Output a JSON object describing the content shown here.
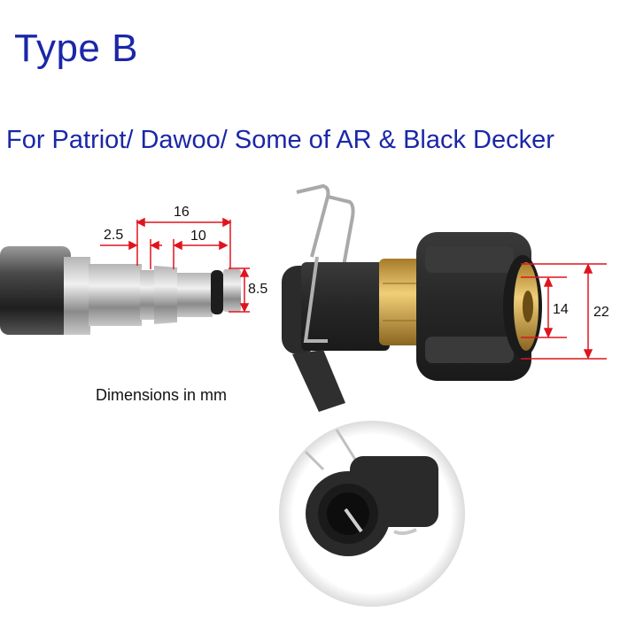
{
  "header": {
    "title": "Type B",
    "subtitle": "For Patriot/ Dawoo/ Some of AR & Black Decker"
  },
  "caption": "Dimensions in mm",
  "dimensions": {
    "plug": {
      "total_length": "16",
      "groove_width": "2.5",
      "tip_length": "10",
      "tip_diameter": "8.5"
    },
    "coupler": {
      "inner_diameter": "14",
      "outer_diameter": "22"
    }
  },
  "colors": {
    "heading": "#1a27a8",
    "dimension_lines": "#e0141e",
    "brass": "#c9a44a",
    "rubber": "#2a2a2a"
  }
}
